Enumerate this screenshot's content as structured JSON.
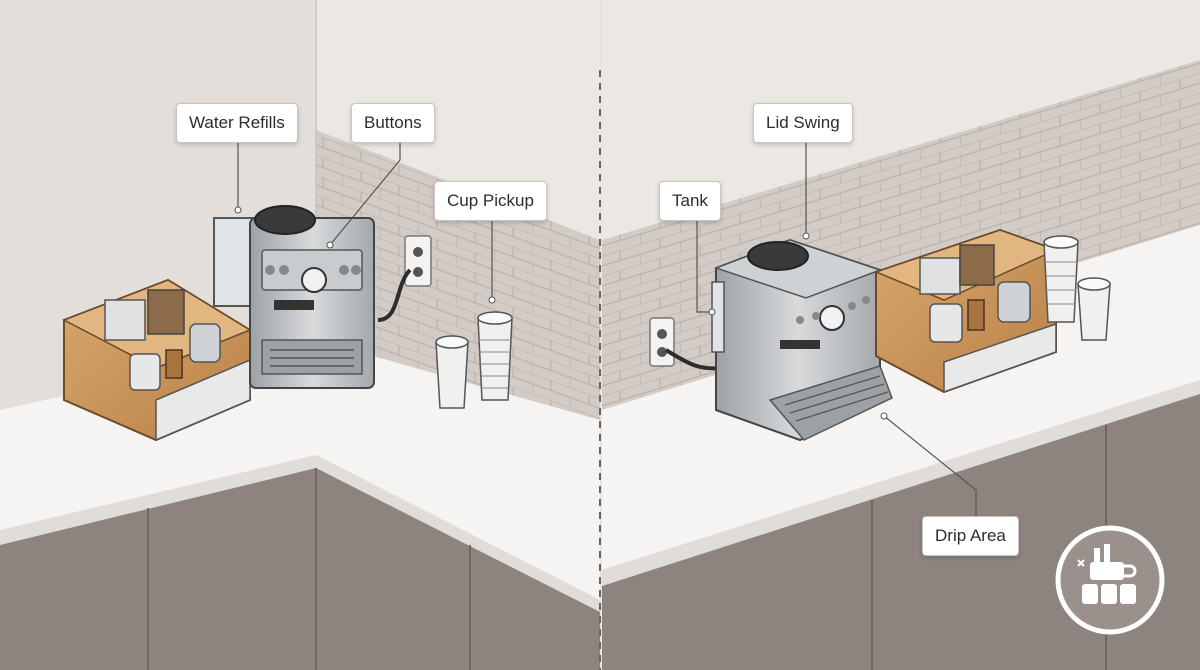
{
  "labels": {
    "water_refills": "Water Refills",
    "buttons": "Buttons",
    "cup_pickup": "Cup Pickup",
    "lid_swing": "Lid Swing",
    "tank": "Tank",
    "drip_area": "Drip Area"
  },
  "colors": {
    "wall": "#e7e2dd",
    "counter": "#f6f5f3",
    "cabinet": "#8e8580",
    "backsplash_tile": "#cfc8c2",
    "steel": "#b9bcbf",
    "wood": "#c9955a",
    "badge": "#9a918c"
  },
  "icons": {
    "badge": "coffee-machine-badge-icon"
  }
}
